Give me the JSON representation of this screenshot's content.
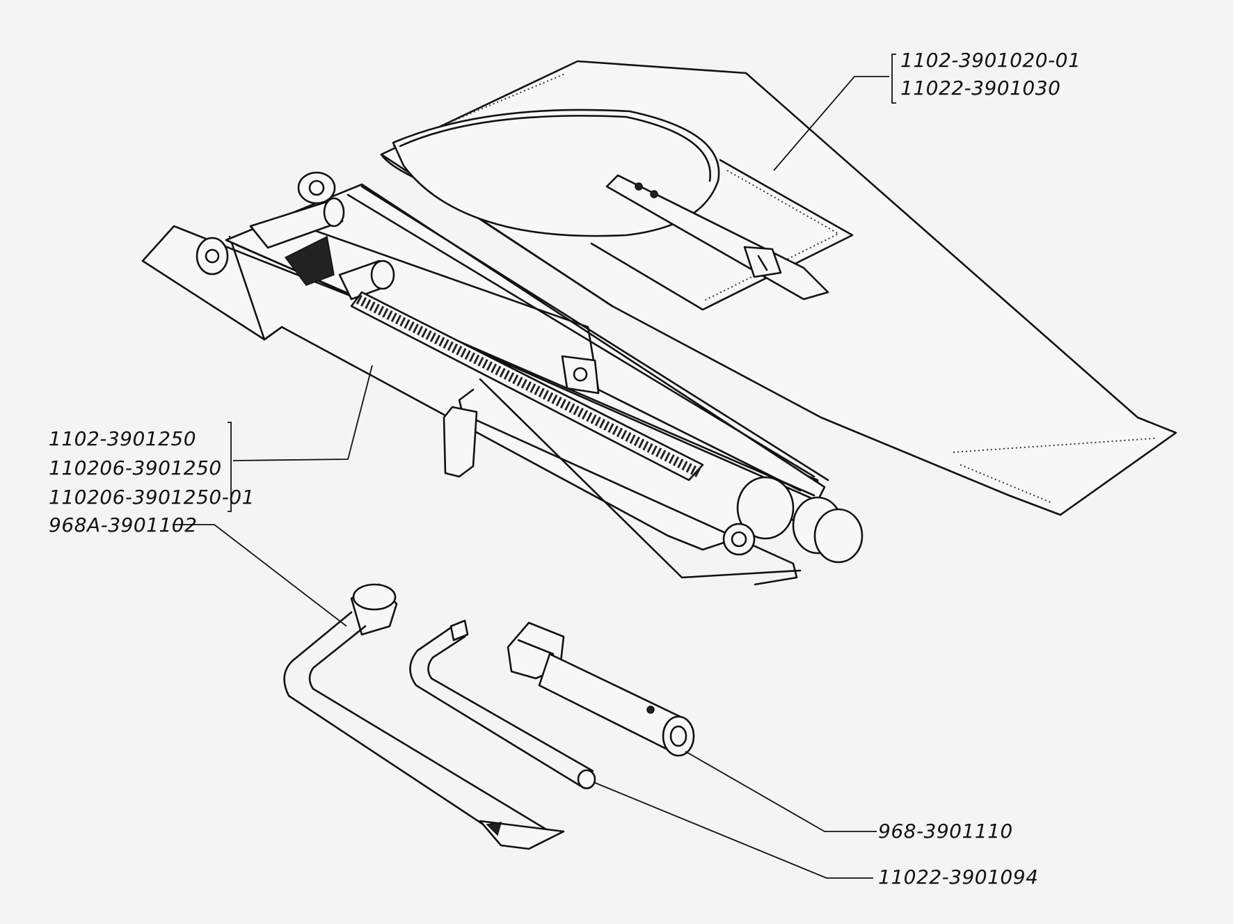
{
  "labels": {
    "case_part_1": "1102-3901020-01",
    "case_part_2": "11022-3901030",
    "jack_part_1": "1102-3901250",
    "jack_part_2": "110206-3901250",
    "jack_part_3": "110206-3901250-01",
    "wrench_part": "968A-3901102",
    "extension_part": "968-3901110",
    "handle_part": "11022-3901094"
  }
}
